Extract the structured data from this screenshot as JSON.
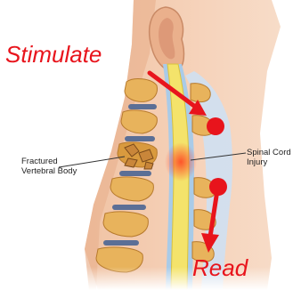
{
  "labels": {
    "stimulate": "Stimulate",
    "read": "Read",
    "fractured_line1": "Fractured",
    "fractured_line2": "Vertebral Body",
    "spinal_line1": "Spinal Cord",
    "spinal_line2": "Injury"
  },
  "colors": {
    "marker_red": "#e8141c",
    "skin": "#f3c9ad",
    "bone": "#e8b35c",
    "disc": "#5b6f96",
    "spinal_cord": "#f5e26a",
    "fluid": "#9ec3e6"
  }
}
